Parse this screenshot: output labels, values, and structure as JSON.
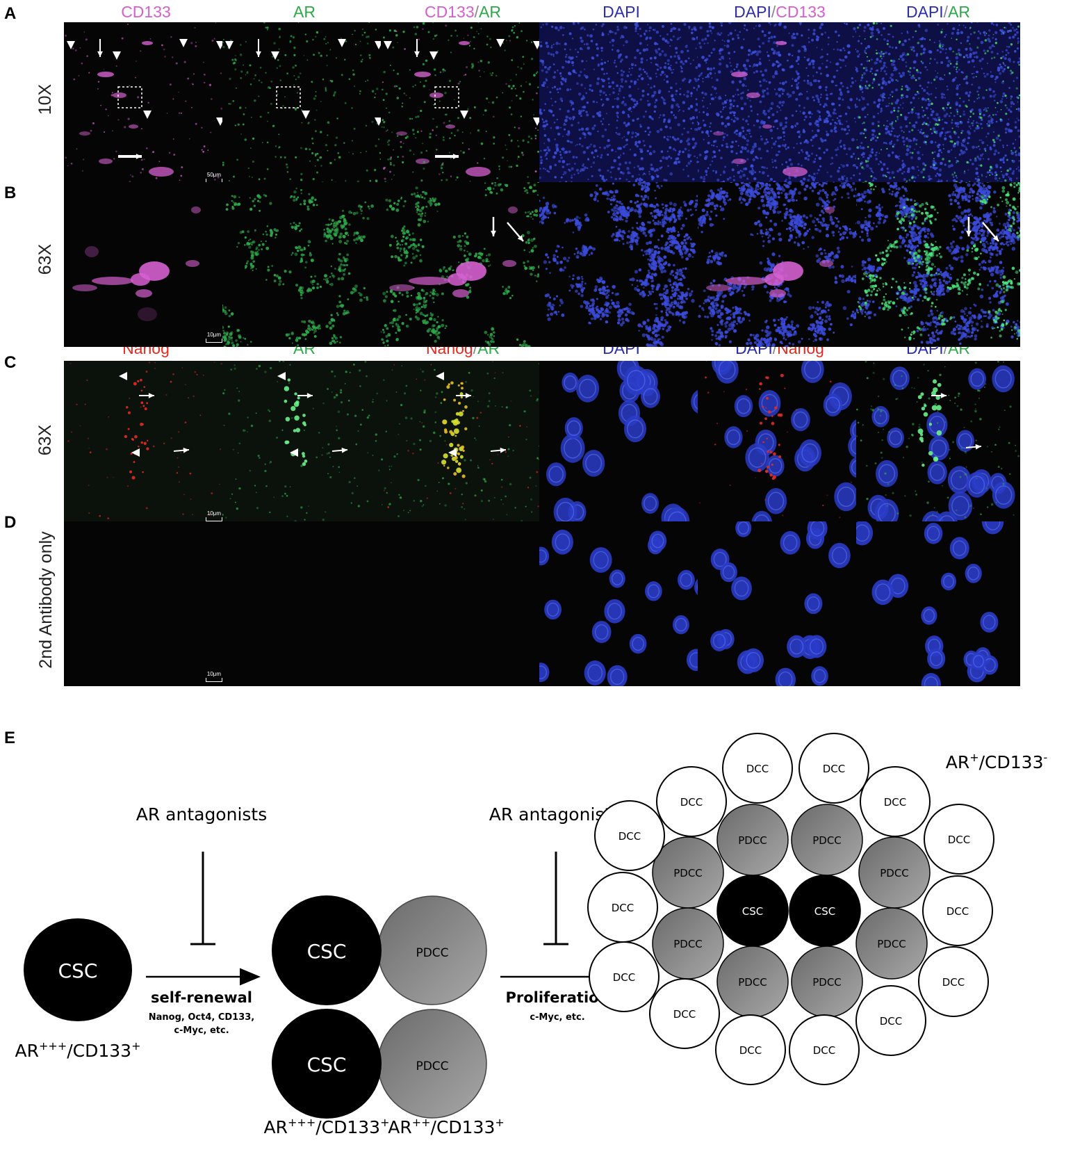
{
  "panel_letters": [
    "A",
    "B",
    "C",
    "D",
    "E"
  ],
  "row_labels": [
    "10X",
    "63X",
    "63X",
    "2nd Antibody only"
  ],
  "header_row_1": [
    {
      "parts": [
        {
          "t": "CD133",
          "c": "#d65fd0"
        }
      ]
    },
    {
      "parts": [
        {
          "t": "AR",
          "c": "#2ea84a"
        }
      ]
    },
    {
      "parts": [
        {
          "t": "CD133",
          "c": "#d65fd0"
        },
        {
          "t": "/",
          "c": "#888888"
        },
        {
          "t": "AR",
          "c": "#2ea84a"
        }
      ]
    },
    {
      "parts": [
        {
          "t": "DAPI",
          "c": "#2b2ea8"
        }
      ]
    },
    {
      "parts": [
        {
          "t": "DAPI",
          "c": "#2b2ea8"
        },
        {
          "t": "/",
          "c": "#888888"
        },
        {
          "t": "CD133",
          "c": "#d65fd0"
        }
      ]
    },
    {
      "parts": [
        {
          "t": "DAPI",
          "c": "#2b2ea8"
        },
        {
          "t": "/",
          "c": "#888888"
        },
        {
          "t": "AR",
          "c": "#2ea84a"
        }
      ]
    }
  ],
  "header_row_3": [
    {
      "parts": [
        {
          "t": "Nanog",
          "c": "#e32b22"
        }
      ]
    },
    {
      "parts": [
        {
          "t": "AR",
          "c": "#2ea84a"
        }
      ]
    },
    {
      "parts": [
        {
          "t": "Nanog",
          "c": "#e32b22"
        },
        {
          "t": "/",
          "c": "#888888"
        },
        {
          "t": "AR",
          "c": "#2ea84a"
        }
      ]
    },
    {
      "parts": [
        {
          "t": "DAPI",
          "c": "#2b2ea8"
        }
      ]
    },
    {
      "parts": [
        {
          "t": "DAPI",
          "c": "#2b2ea8"
        },
        {
          "t": "/",
          "c": "#888888"
        },
        {
          "t": "Nanog",
          "c": "#e32b22"
        }
      ]
    },
    {
      "parts": [
        {
          "t": "DAPI",
          "c": "#2b2ea8"
        },
        {
          "t": "/",
          "c": "#888888"
        },
        {
          "t": "AR",
          "c": "#2ea84a"
        }
      ]
    }
  ],
  "scale_bars": [
    "50μm",
    "10μm",
    "10μm",
    "10μm"
  ],
  "colors": {
    "cd133": "#d65fd0",
    "ar": "#2ea84a",
    "nanog": "#e32b22",
    "dapi": "#2b2ea8"
  },
  "diagram": {
    "antagonist_left": "AR antagonists",
    "antagonist_right": "AR antagonists",
    "csc": "CSC",
    "pdcc": "PDCC",
    "dcc": "DCC",
    "state_csc": {
      "base": "AR",
      "sup1": "+++",
      "mid": "/CD133",
      "sup2": "+"
    },
    "state_pdcc": {
      "base": "AR",
      "sup1": "++",
      "mid": "/CD133",
      "sup2": "+"
    },
    "state_dcc": {
      "base": "AR",
      "sup1": "+",
      "mid": "/CD133",
      "sup2": "-"
    },
    "self_renewal_title": "self-renewal",
    "self_renewal_sub1": "Nanog, Oct4, CD133,",
    "self_renewal_sub2": "c-Myc, etc.",
    "prolif_title": "Proliferation",
    "prolif_sub": "c-Myc, etc."
  }
}
